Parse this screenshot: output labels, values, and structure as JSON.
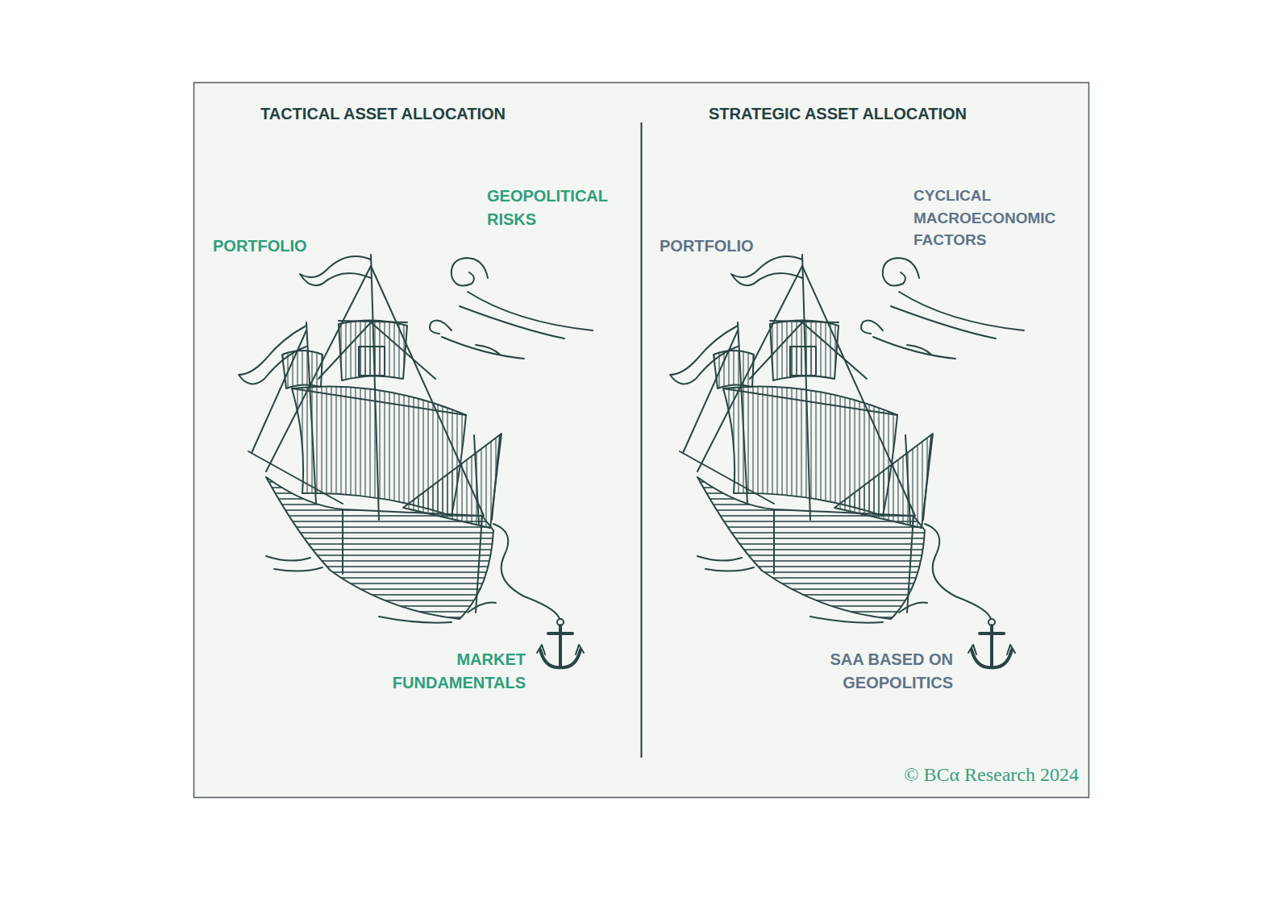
{
  "diagram": {
    "labels": [
      "TACTICAL ASSET ALLOCATION",
      "PORTFOLIO",
      "GEOPOLITICAL RISKS",
      "MARKET FUNDAMENTALS",
      "STRATEGIC ASSET ALLOCATION",
      "PORTFOLIO",
      "CYCLICAL MACROECONOMIC FACTORS",
      "SAA BASED ON GEOPOLITICS",
      "© BCα Research 2024"
    ]
  }
}
